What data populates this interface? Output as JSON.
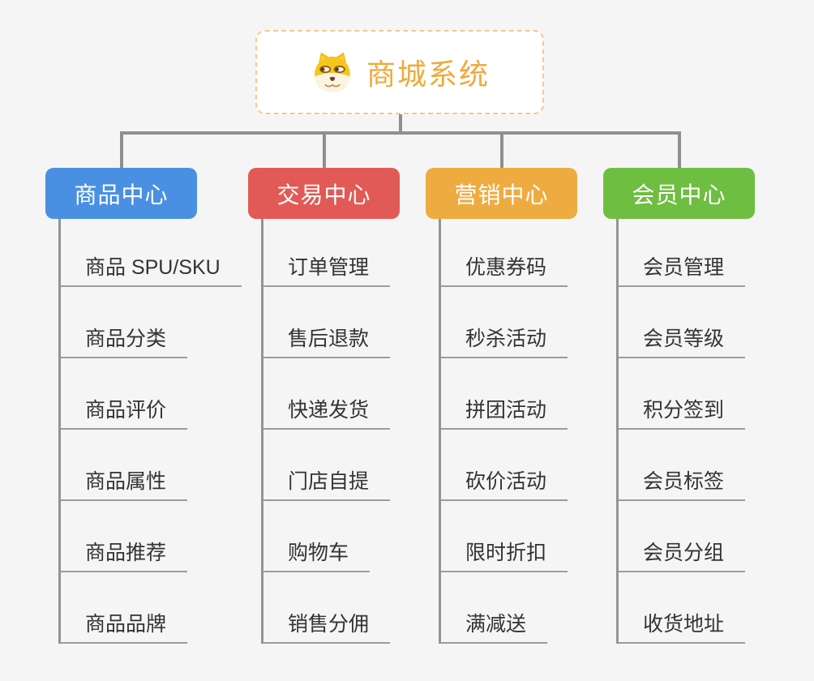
{
  "root": {
    "title": "商城系统",
    "icon": "dog-face-icon"
  },
  "branches": [
    {
      "label": "商品中心",
      "color": "#4A90E2",
      "children": [
        "商品 SPU/SKU",
        "商品分类",
        "商品评价",
        "商品属性",
        "商品推荐",
        "商品品牌"
      ]
    },
    {
      "label": "交易中心",
      "color": "#E25A55",
      "children": [
        "订单管理",
        "售后退款",
        "快递发货",
        "门店自提",
        "购物车",
        "销售分佣"
      ]
    },
    {
      "label": "营销中心",
      "color": "#EEAC40",
      "children": [
        "优惠券码",
        "秒杀活动",
        "拼团活动",
        "砍价活动",
        "限时折扣",
        "满减送"
      ]
    },
    {
      "label": "会员中心",
      "color": "#6EBE41",
      "children": [
        "会员管理",
        "会员等级",
        "积分签到",
        "会员标签",
        "会员分组",
        "收货地址"
      ]
    }
  ],
  "colors": {
    "background": "#F5F5F6",
    "connector": "#8F8F8F",
    "underline": "#9C9C9C",
    "root_border": "#F6C98B",
    "root_title": "#F0A93C"
  }
}
